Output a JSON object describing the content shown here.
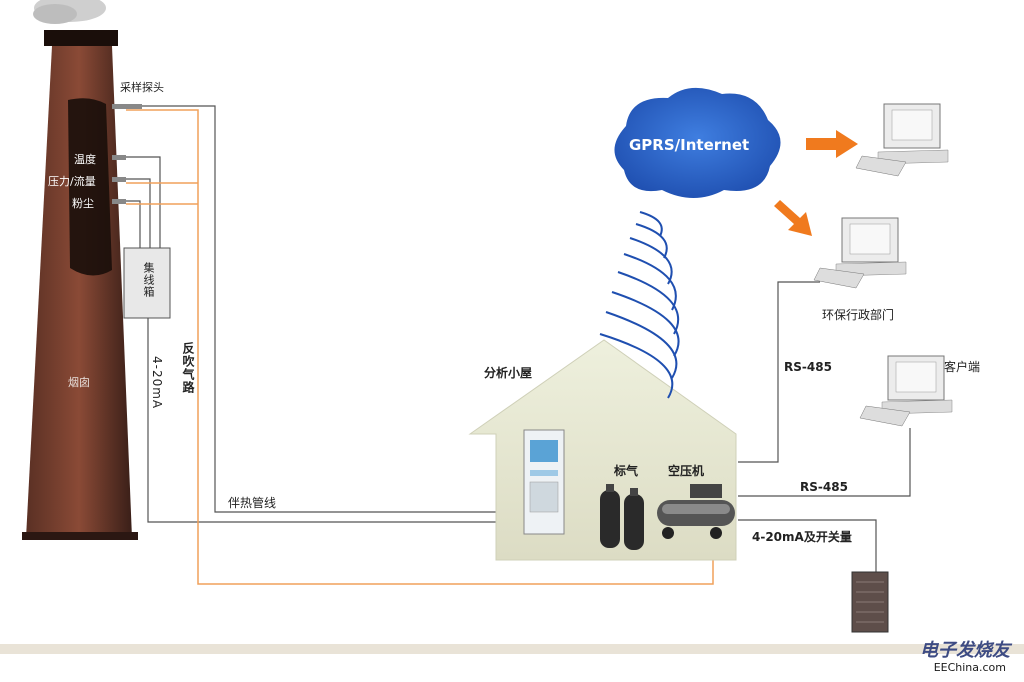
{
  "labels": {
    "sampling_probe": "采样探头",
    "temperature": "温度",
    "pressure_flow": "压力/流量",
    "dust": "粉尘",
    "junction_box": "集线箱",
    "chimney": "烟囱",
    "current_signal": "4-20mA",
    "back_blow_path": "反吹气路",
    "heated_line": "伴热管线",
    "analysis_house": "分析小屋",
    "standard_gas": "标气",
    "air_compressor": "空压机",
    "network_cloud": "GPRS/Internet",
    "epa_department": "环保行政部门",
    "client": "客户端",
    "rs485_top": "RS-485",
    "rs485_bottom": "RS-485",
    "io_signal": "4-20mA及开关量"
  },
  "watermark": {
    "chinese": "电子发烧友",
    "latin": "EEChina.com"
  },
  "colors": {
    "chimney": "#3a1f18",
    "heated_line": "#f0a05a",
    "signal_line": "#555555",
    "cloud": "#2f64c8",
    "arrow": "#f07a1e",
    "house": "#e6e7d2"
  }
}
